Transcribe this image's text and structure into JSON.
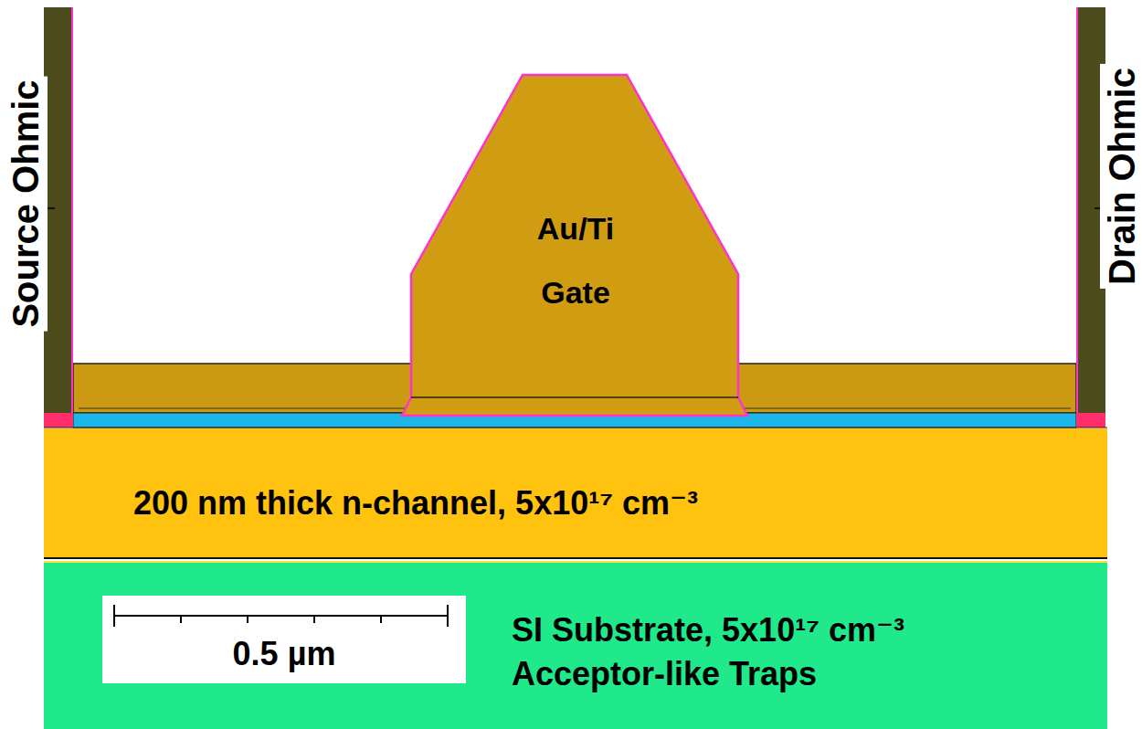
{
  "diagram": {
    "nodes": [
      {
        "text": [
          "Source Ohmic"
        ]
      },
      {
        "text": [
          "Au/Ti Gate"
        ]
      },
      {
        "text": [
          "Drain Ohmic"
        ]
      },
      {
        "text": [
          "200 nm thick n-channel, 5x10¹⁷ cm⁻³"
        ]
      },
      {
        "text": [
          "SI Substrate, 5x10¹⁷ cm⁻³",
          "Acceptor-like Traps"
        ]
      },
      {
        "text": [
          "0.5 µm"
        ],
        "in": 4
      }
    ]
  }
}
